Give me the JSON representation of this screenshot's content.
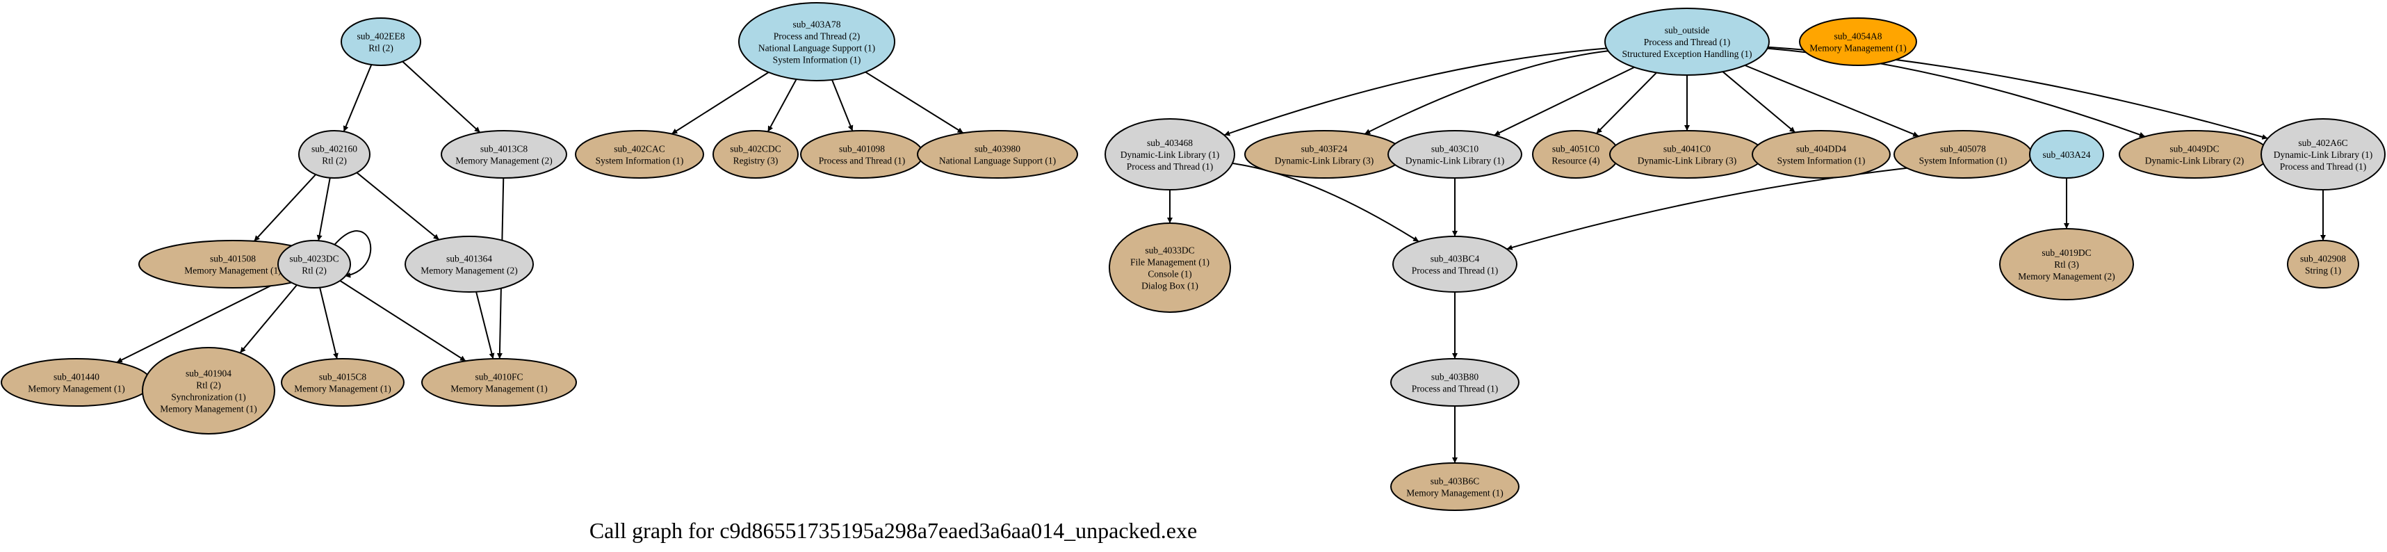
{
  "caption": "Call graph for c9d86551735195a298a7eaed3a6aa014_unpacked.exe",
  "colors": {
    "blue": "#add8e6",
    "grey": "#d3d3d3",
    "tan": "#d2b48c",
    "orange": "#ffa500",
    "stroke": "#000000",
    "background": "#ffffff"
  },
  "nodes": [
    {
      "id": "n402EE8",
      "color": "blue",
      "lines": [
        "sub_402EE8",
        "Rtl (2)"
      ]
    },
    {
      "id": "n402160",
      "color": "grey",
      "lines": [
        "sub_402160",
        "Rtl (2)"
      ]
    },
    {
      "id": "n4013C8",
      "color": "grey",
      "lines": [
        "sub_4013C8",
        "Memory Management (2)"
      ]
    },
    {
      "id": "n401508",
      "color": "tan",
      "lines": [
        "sub_401508",
        "Memory Management (1)"
      ]
    },
    {
      "id": "n4023DC",
      "color": "grey",
      "lines": [
        "sub_4023DC",
        "Rtl (2)"
      ]
    },
    {
      "id": "n401364",
      "color": "grey",
      "lines": [
        "sub_401364",
        "Memory Management (2)"
      ]
    },
    {
      "id": "n401440",
      "color": "tan",
      "lines": [
        "sub_401440",
        "Memory Management (1)"
      ]
    },
    {
      "id": "n401904",
      "color": "tan",
      "lines": [
        "sub_401904",
        "Rtl (2)",
        "Synchronization (1)",
        "Memory Management (1)"
      ]
    },
    {
      "id": "n4015C8",
      "color": "tan",
      "lines": [
        "sub_4015C8",
        "Memory Management (1)"
      ]
    },
    {
      "id": "n4010FC",
      "color": "tan",
      "lines": [
        "sub_4010FC",
        "Memory Management (1)"
      ]
    },
    {
      "id": "n403A78",
      "color": "blue",
      "lines": [
        "sub_403A78",
        "Process and Thread (2)",
        "National Language Support (1)",
        "System Information (1)"
      ]
    },
    {
      "id": "n402CAC",
      "color": "tan",
      "lines": [
        "sub_402CAC",
        "System Information (1)"
      ]
    },
    {
      "id": "n402CDC",
      "color": "tan",
      "lines": [
        "sub_402CDC",
        "Registry (3)"
      ]
    },
    {
      "id": "n401098",
      "color": "tan",
      "lines": [
        "sub_401098",
        "Process and Thread (1)"
      ]
    },
    {
      "id": "n403980",
      "color": "tan",
      "lines": [
        "sub_403980",
        "National Language Support (1)"
      ]
    },
    {
      "id": "noutside",
      "color": "blue",
      "lines": [
        "sub_outside",
        "Process and Thread (1)",
        "Structured Exception Handling (1)"
      ]
    },
    {
      "id": "n4054A8",
      "color": "orange",
      "lines": [
        "sub_4054A8",
        "Memory Management (1)"
      ]
    },
    {
      "id": "n403468",
      "color": "grey",
      "lines": [
        "sub_403468",
        "Dynamic-Link Library (1)",
        "Process and Thread (1)"
      ]
    },
    {
      "id": "n403F24",
      "color": "tan",
      "lines": [
        "sub_403F24",
        "Dynamic-Link Library (3)"
      ]
    },
    {
      "id": "n403C10",
      "color": "grey",
      "lines": [
        "sub_403C10",
        "Dynamic-Link Library (1)"
      ]
    },
    {
      "id": "n4051C0",
      "color": "tan",
      "lines": [
        "sub_4051C0",
        "Resource (4)"
      ]
    },
    {
      "id": "n4041C0",
      "color": "tan",
      "lines": [
        "sub_4041C0",
        "Dynamic-Link Library (3)"
      ]
    },
    {
      "id": "n404DD4",
      "color": "tan",
      "lines": [
        "sub_404DD4",
        "System Information (1)"
      ]
    },
    {
      "id": "n405078",
      "color": "tan",
      "lines": [
        "sub_405078",
        "System Information (1)"
      ]
    },
    {
      "id": "n403A24",
      "color": "blue",
      "lines": [
        "sub_403A24"
      ]
    },
    {
      "id": "n4049DC",
      "color": "tan",
      "lines": [
        "sub_4049DC",
        "Dynamic-Link Library (2)"
      ]
    },
    {
      "id": "n402A6C",
      "color": "grey",
      "lines": [
        "sub_402A6C",
        "Dynamic-Link Library (1)",
        "Process and Thread (1)"
      ]
    },
    {
      "id": "n4033DC",
      "color": "tan",
      "lines": [
        "sub_4033DC",
        "File Management (1)",
        "Console (1)",
        "Dialog Box (1)"
      ]
    },
    {
      "id": "n403BC4",
      "color": "grey",
      "lines": [
        "sub_403BC4",
        "Process and Thread (1)"
      ]
    },
    {
      "id": "n4019DC",
      "color": "tan",
      "lines": [
        "sub_4019DC",
        "Rtl (3)",
        "Memory Management (2)"
      ]
    },
    {
      "id": "n402908",
      "color": "tan",
      "lines": [
        "sub_402908",
        "String (1)"
      ]
    },
    {
      "id": "n403B80",
      "color": "grey",
      "lines": [
        "sub_403B80",
        "Process and Thread (1)"
      ]
    },
    {
      "id": "n403B6C",
      "color": "tan",
      "lines": [
        "sub_403B6C",
        "Memory Management (1)"
      ]
    }
  ],
  "edges": [
    {
      "from": "n402EE8",
      "to": "n402160"
    },
    {
      "from": "n402EE8",
      "to": "n4013C8"
    },
    {
      "from": "n402160",
      "to": "n401508"
    },
    {
      "from": "n402160",
      "to": "n4023DC"
    },
    {
      "from": "n402160",
      "to": "n401364"
    },
    {
      "from": "n4013C8",
      "to": "n4010FC"
    },
    {
      "from": "n4023DC",
      "to": "n4023DC"
    },
    {
      "from": "n4023DC",
      "to": "n401440"
    },
    {
      "from": "n4023DC",
      "to": "n401904"
    },
    {
      "from": "n4023DC",
      "to": "n4015C8"
    },
    {
      "from": "n4023DC",
      "to": "n4010FC"
    },
    {
      "from": "n401364",
      "to": "n4010FC"
    },
    {
      "from": "n403A78",
      "to": "n402CAC"
    },
    {
      "from": "n403A78",
      "to": "n402CDC"
    },
    {
      "from": "n403A78",
      "to": "n401098"
    },
    {
      "from": "n403A78",
      "to": "n403980"
    },
    {
      "from": "noutside",
      "to": "n403468"
    },
    {
      "from": "noutside",
      "to": "n403F24"
    },
    {
      "from": "noutside",
      "to": "n403C10"
    },
    {
      "from": "noutside",
      "to": "n4051C0"
    },
    {
      "from": "noutside",
      "to": "n4041C0"
    },
    {
      "from": "noutside",
      "to": "n404DD4"
    },
    {
      "from": "noutside",
      "to": "n405078"
    },
    {
      "from": "noutside",
      "to": "n4049DC"
    },
    {
      "from": "noutside",
      "to": "n402A6C"
    },
    {
      "from": "n403468",
      "to": "n4033DC"
    },
    {
      "from": "n403468",
      "to": "n403BC4"
    },
    {
      "from": "n403C10",
      "to": "n403BC4"
    },
    {
      "from": "n403A24",
      "to": "n403BC4"
    },
    {
      "from": "n403A24",
      "to": "n4019DC"
    },
    {
      "from": "n402A6C",
      "to": "n402908"
    },
    {
      "from": "n403BC4",
      "to": "n403B80"
    },
    {
      "from": "n403B80",
      "to": "n403B6C"
    }
  ]
}
